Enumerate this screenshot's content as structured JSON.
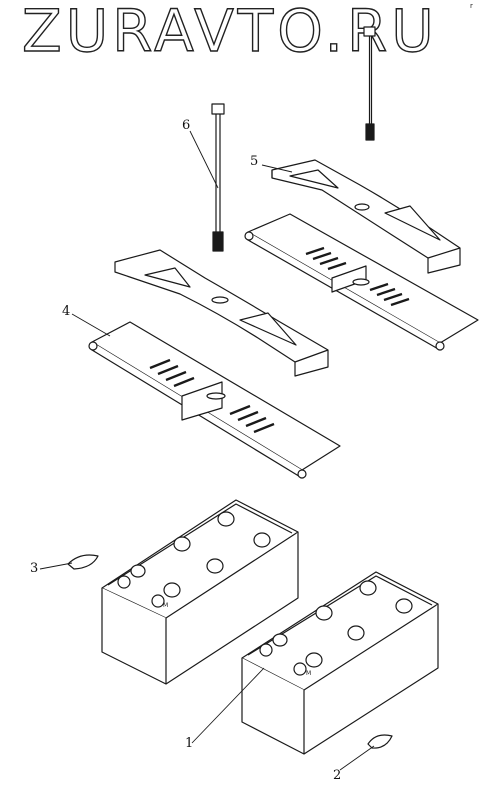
{
  "watermark": "ZURAVTO.RU",
  "corner_mark": "r",
  "callouts": {
    "c1": "1",
    "c2": "2",
    "c3": "3",
    "c4": "4",
    "c5": "5",
    "c6": "6"
  },
  "terminal_marks": {
    "battery_left_minus": "M",
    "battery_right_minus": "M"
  },
  "colors": {
    "line": "#1a1a1a",
    "fill": "#ffffff"
  }
}
